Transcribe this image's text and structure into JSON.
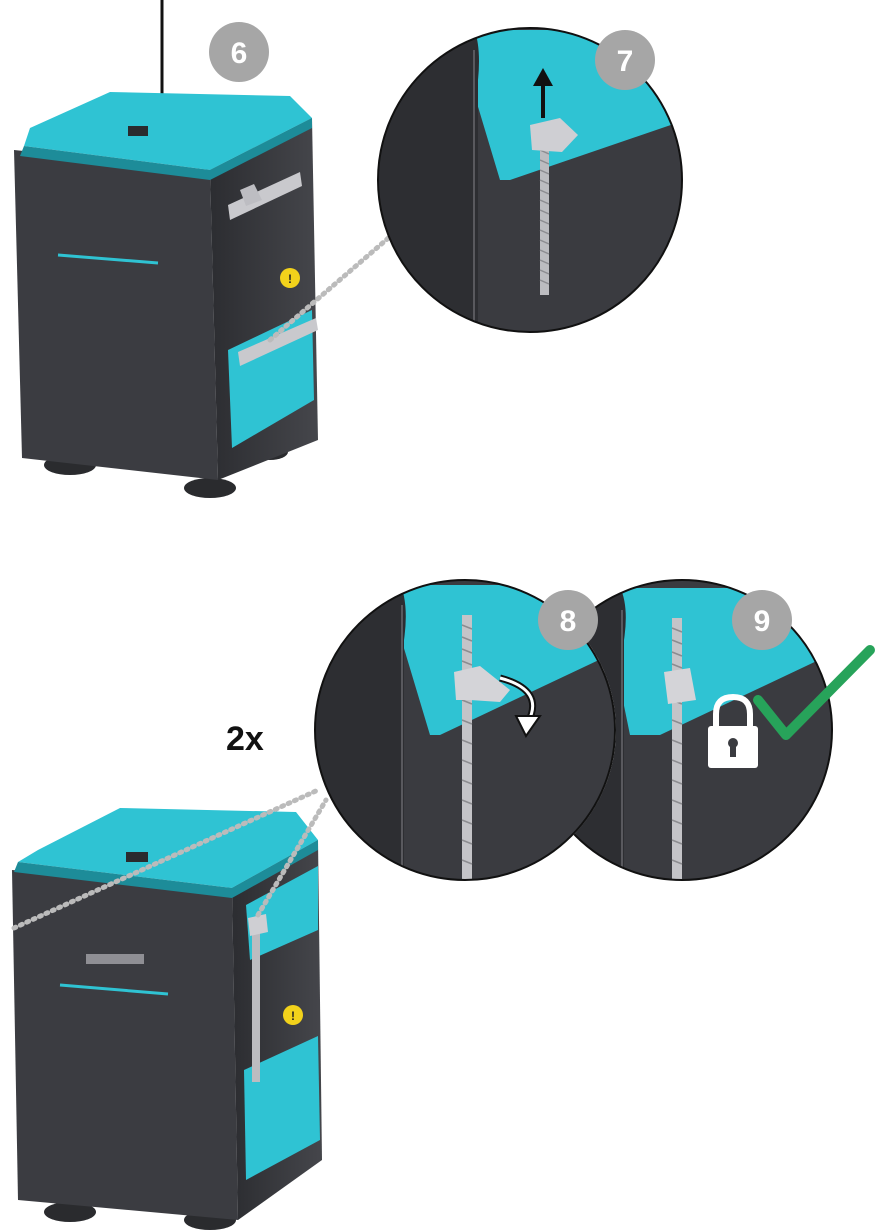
{
  "steps": [
    {
      "number": "6"
    },
    {
      "number": "7"
    },
    {
      "number": "8"
    },
    {
      "number": "9"
    }
  ],
  "repeat_label": "2x",
  "colors": {
    "accent_cyan": "#2fc3d3",
    "body_dark": "#3a3b40",
    "badge_gray": "#a6a6a6",
    "check_green": "#27a35a",
    "warning_yellow": "#f2d21b"
  },
  "icons": [
    "down-arrow-icon",
    "up-arrow-icon",
    "rotate-arrow-icon",
    "padlock-icon",
    "checkmark-icon",
    "warning-label-icon"
  ]
}
